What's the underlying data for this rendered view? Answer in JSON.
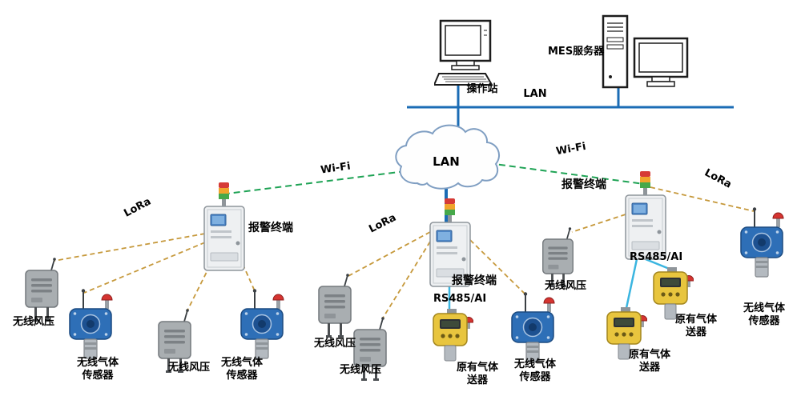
{
  "colors": {
    "lan_line": "#1b6cb5",
    "wifi_line": "#1fa355",
    "lora_line": "#c6993c",
    "rs485_line": "#3ab5e0"
  },
  "top": {
    "operator_station_label": "操作站",
    "lan_bus_label": "LAN",
    "mes_server_label": "MES服务器"
  },
  "cloud": {
    "label": "LAN"
  },
  "links": {
    "wifi_left": "Wi-Fi",
    "wifi_right": "Wi-Fi",
    "lora_left": "LoRa",
    "lora_center": "LoRa",
    "lora_right": "LoRa",
    "rs485_center": "RS485/AI",
    "rs485_right": "RS485/AI"
  },
  "devices": {
    "alarm_terminal_label": "报警终端",
    "wind_pressure_label": "无线风压",
    "wireless_gas_label": "无线气体\n传感器",
    "existing_gas_label": "原有气体\n送器"
  }
}
